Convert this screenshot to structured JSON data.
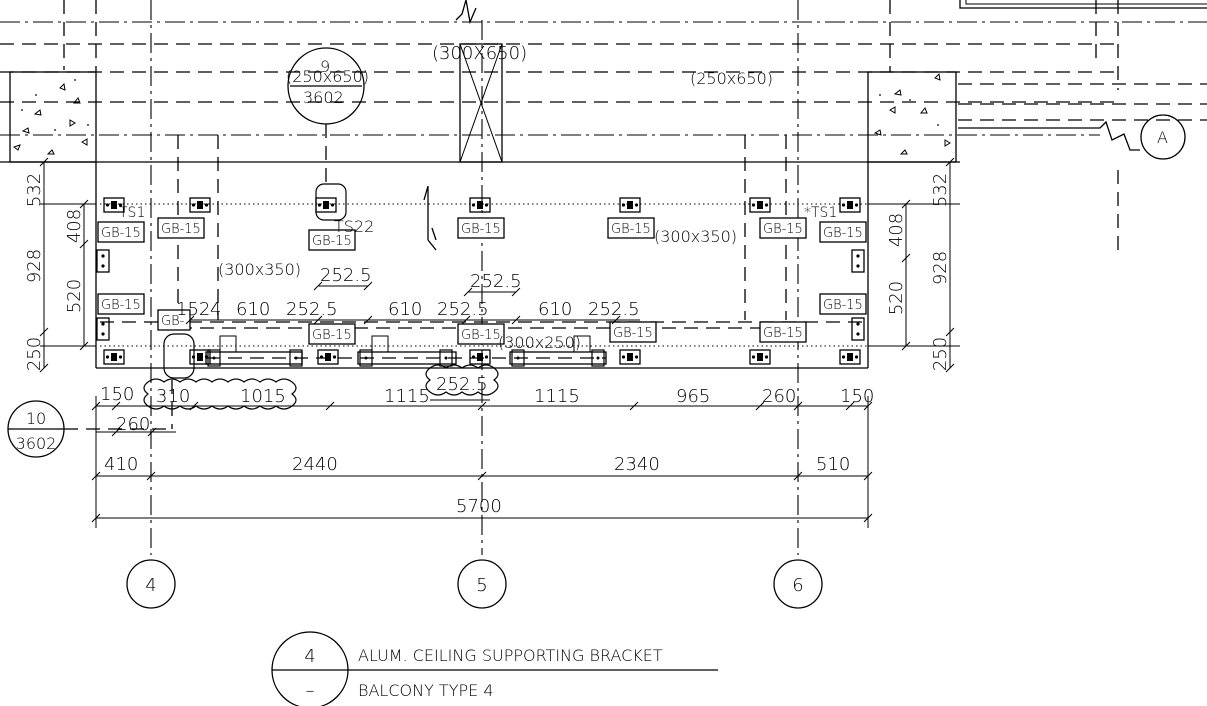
{
  "beams": {
    "top_center": "(300X650)",
    "top_left": "(250x650)",
    "top_right": "(250x650)",
    "mid_left": "(300x350)",
    "mid_right": "(300x350)",
    "bottom_center": "(300x250)"
  },
  "brackets": {
    "gb_label": "GB-15",
    "gb_short": "GB-",
    "ts1": "TS1",
    "ts2": "TS22",
    "ts1_right": "*TS1"
  },
  "callouts": {
    "section_top": {
      "number": "9",
      "sheet": "3602"
    },
    "section_left": {
      "number": "10",
      "sheet": "3602"
    },
    "gridline_a": "A",
    "gridline_4": "4",
    "gridline_5": "5",
    "gridline_6": "6"
  },
  "dims_left": {
    "d532": "532",
    "d408": "408",
    "d928": "928",
    "d520": "520",
    "d250": "250"
  },
  "dims_right": {
    "d532": "532",
    "d408": "408",
    "d928": "928",
    "d520": "520",
    "d250": "250"
  },
  "dims_inner": {
    "d152": "152",
    "d4": "4",
    "d610a": "610",
    "d252a": "252.5",
    "d610b": "610",
    "d252b": "252.5",
    "d610c": "610",
    "d252c": "252.5",
    "d252top1": "252.5",
    "d252top2": "252.5",
    "d252bot": "252.5"
  },
  "dims_row1": {
    "d150": "150",
    "d310": "310",
    "d1015": "1015",
    "d1115a": "1115",
    "d1115b": "1115",
    "d965": "965",
    "d260": "260",
    "d150r": "150"
  },
  "dims_row2": {
    "d260": "260"
  },
  "dims_row3": {
    "d410": "410",
    "d2440": "2440",
    "d2340": "2340",
    "d510": "510"
  },
  "dims_total": {
    "d5700": "5700"
  },
  "title": {
    "number": "4",
    "sub": "–",
    "line1": "ALUM. CEILING SUPPORTING BRACKET",
    "line2": "BALCONY TYPE 4"
  }
}
